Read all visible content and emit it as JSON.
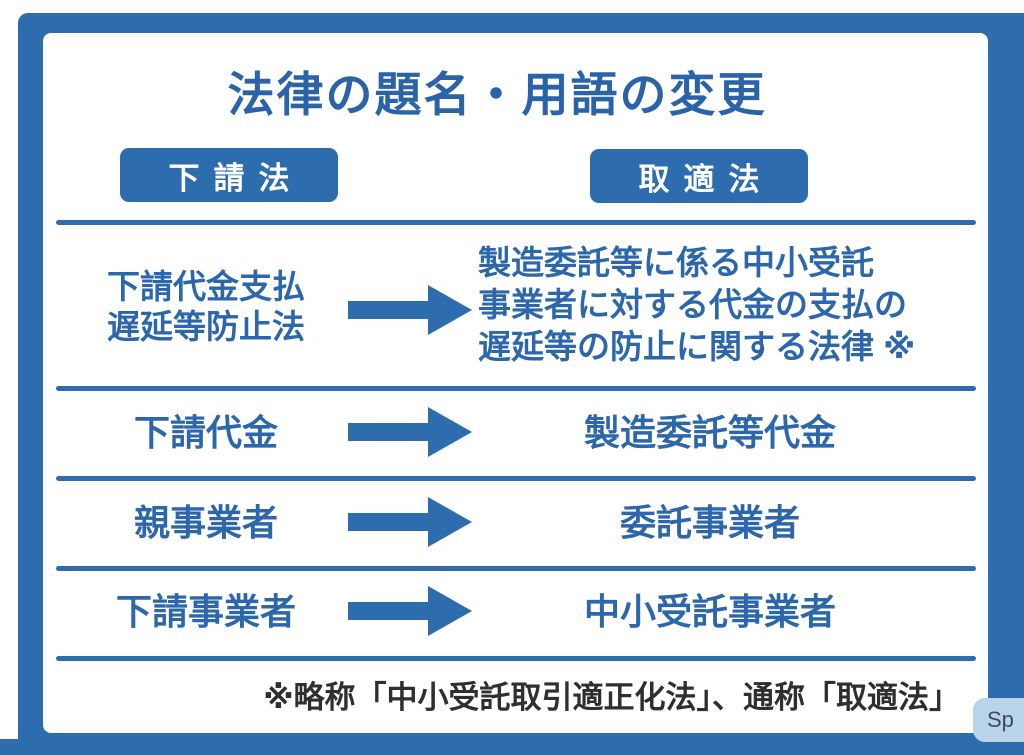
{
  "page": {
    "title": "法律の題名・用語の変更",
    "footnote": "※略称「中小受託取引適正化法」、通称「取適法」"
  },
  "headers": {
    "old_law": "下請法",
    "new_law": "取適法"
  },
  "rows": [
    {
      "old": "下請代金支払\n遅延等防止法",
      "new": "製造委託等に係る中小受託\n事業者に対する代金の支払の\n遅延等の防止に関する法律 ※"
    },
    {
      "old": "下請代金",
      "new": "製造委託等代金"
    },
    {
      "old": "親事業者",
      "new": "委託事業者"
    },
    {
      "old": "下請事業者",
      "new": "中小受託事業者"
    }
  ],
  "overlay": {
    "speed_label": "Sp"
  },
  "icons": {
    "arrow": "arrow-right-icon"
  },
  "colors": {
    "primary_blue": "#2E6DAD",
    "text_blue": "#2C67AC",
    "title_blue": "#2A63A8",
    "footnote_dark": "#2F2F2F",
    "overlay_bg": "#B9D3E8",
    "overlay_text": "#3A4A66"
  }
}
